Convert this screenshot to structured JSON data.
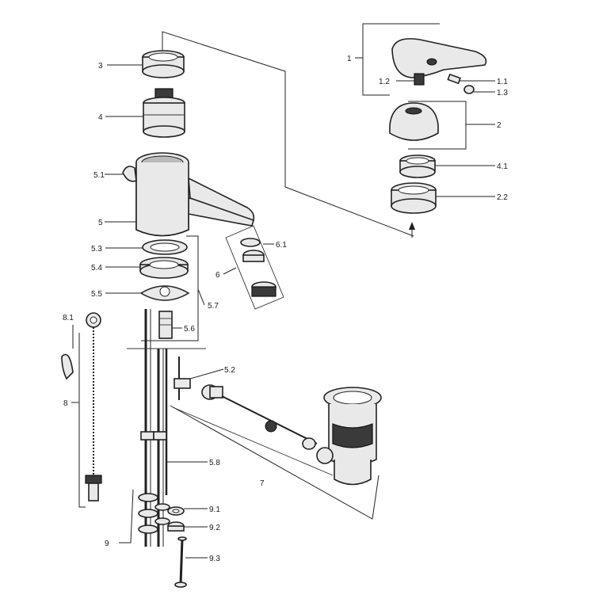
{
  "labels": {
    "l1": "1",
    "l1_1": "1.1",
    "l1_2": "1.2",
    "l1_3": "1.3",
    "l2": "2",
    "l2_2": "2.2",
    "l3": "3",
    "l4": "4",
    "l4_1": "4.1",
    "l5": "5",
    "l5_1": "5.1",
    "l5_2": "5.2",
    "l5_3": "5.3",
    "l5_4": "5.4",
    "l5_5": "5.5",
    "l5_6": "5.6",
    "l5_7": "5.7",
    "l5_8": "5.8",
    "l6": "6",
    "l6_1": "6.1",
    "l7": "7",
    "l8": "8",
    "l8_1": "8.1",
    "l9": "9",
    "l9_1": "9.1",
    "l9_2": "9.2",
    "l9_3": "9.3"
  }
}
